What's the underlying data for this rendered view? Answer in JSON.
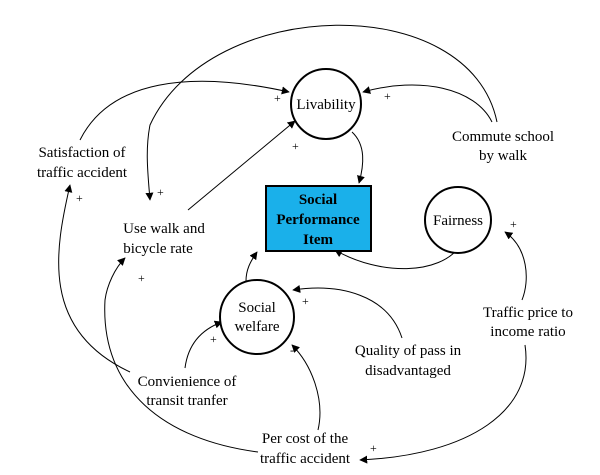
{
  "nodes": {
    "livability": "Livability",
    "fairness": "Fairness",
    "social_welfare": [
      "Social",
      "welfare"
    ],
    "center": [
      "Social",
      "Performance",
      "Item"
    ],
    "commute": [
      "Commute school",
      "by walk"
    ],
    "satisfaction": [
      "Satisfaction of",
      "traffic accident"
    ],
    "walk_bicycle": [
      "Use walk and",
      "bicycle rate"
    ],
    "traffic_price": [
      "Traffic price to",
      "income ratio"
    ],
    "quality_pass": [
      "Quality of pass in",
      "disadvantaged"
    ],
    "convenience": [
      "Convienience of",
      "transit tranfer"
    ],
    "per_cost": [
      "Per cost of the",
      "traffic accident"
    ]
  },
  "signs": {
    "plus": "+",
    "minus": "-"
  },
  "colors": {
    "center_fill": "#1ab0ea",
    "stroke": "#000000",
    "background": "#ffffff"
  }
}
